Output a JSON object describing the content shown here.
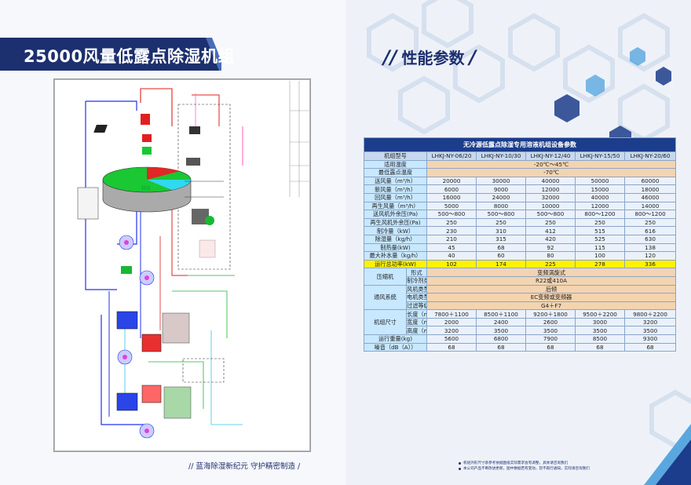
{
  "left": {
    "title": "25000风量低露点除湿机组",
    "footer": "//  蓝海除湿新纪元  守护精密制造  /",
    "diagram": {
      "wheel_label": "转轮"
    }
  },
  "right": {
    "title": "性能参数",
    "slash_open": "//",
    "slash_close": "/",
    "notes": [
      "机组外形尺寸系参考依据图纸实际需求会有调整，具体请咨询我们",
      "本公司产品不断改进更新，图中数据若有变动，恕不再行通知，实际请咨询我们"
    ]
  },
  "table": {
    "caption": "无冷源低露点除湿专用溶液机组设备参数",
    "header": [
      "机组型号",
      "LHKJ-NY-06/20",
      "LHKJ-NY-10/30",
      "LHKJ-NY-12/40",
      "LHKJ-NY-15/50",
      "LHKJ-NY-20/60"
    ],
    "rows": [
      {
        "label": "适用温度",
        "merged": "-20℃～45℃"
      },
      {
        "label": "最低露点温度",
        "merged": "-70℃"
      },
      {
        "label": "送风量（m³/h）",
        "values": [
          "20000",
          "30000",
          "40000",
          "50000",
          "60000"
        ]
      },
      {
        "label": "新风量（m³/h）",
        "values": [
          "6000",
          "9000",
          "12000",
          "15000",
          "18000"
        ]
      },
      {
        "label": "回风量（m³/h）",
        "values": [
          "16000",
          "24000",
          "32000",
          "40000",
          "46000"
        ]
      },
      {
        "label": "再生风量（m³/h）",
        "values": [
          "5000",
          "8000",
          "10000",
          "12000",
          "14000"
        ]
      },
      {
        "label": "送风机外余压(Pa)",
        "values": [
          "500～800",
          "500～800",
          "500～800",
          "800～1200",
          "800～1200"
        ]
      },
      {
        "label": "再生风机外余压(Pa)",
        "values": [
          "250",
          "250",
          "250",
          "250",
          "250"
        ]
      },
      {
        "label": "制冷量（kW）",
        "values": [
          "230",
          "310",
          "412",
          "515",
          "616"
        ]
      },
      {
        "label": "除湿量（kg/h）",
        "values": [
          "210",
          "315",
          "420",
          "525",
          "630"
        ]
      },
      {
        "label": "制热量(kW)",
        "values": [
          "45",
          "68",
          "92",
          "115",
          "138"
        ]
      },
      {
        "label": "最大补水量（kg/h）",
        "values": [
          "40",
          "60",
          "80",
          "100",
          "120"
        ]
      },
      {
        "label": "运行总功率(kW)",
        "values": [
          "102",
          "174",
          "225",
          "278",
          "336"
        ],
        "highlight": true
      }
    ],
    "groups": [
      {
        "name": "压缩机",
        "items": [
          {
            "label": "形式",
            "value": "变频涡旋式"
          },
          {
            "label": "制冷剂类型",
            "value": "R22或410A"
          }
        ]
      },
      {
        "name": "通风系统",
        "items": [
          {
            "label": "风机类型",
            "value": "后倾"
          },
          {
            "label": "电机类型",
            "value": "EC变频或变频器"
          },
          {
            "label": "过滤等级",
            "value": "G4＋F7"
          }
        ]
      }
    ],
    "dims": {
      "name": "机组尺寸",
      "items": [
        {
          "label": "长度（mm）",
          "values": [
            "7800＋1100",
            "8500＋1100",
            "9200＋1800",
            "9500＋2200",
            "9800＋2200"
          ]
        },
        {
          "label": "宽度（mm）",
          "values": [
            "2000",
            "2400",
            "2600",
            "3000",
            "3200"
          ]
        },
        {
          "label": "高度（mm）",
          "values": [
            "3200",
            "3500",
            "3500",
            "3500",
            "3500"
          ]
        }
      ]
    },
    "tail": [
      {
        "label": "运行重量(kg)",
        "values": [
          "5600",
          "6800",
          "7900",
          "8500",
          "9300"
        ]
      },
      {
        "label": "噪音（dB（A））",
        "values": [
          "68",
          "68",
          "68",
          "68",
          "68"
        ]
      }
    ]
  },
  "colors": {
    "navy": "#1c2f6e",
    "table_header": "#1c3d8b",
    "highlight": "#fff200",
    "wheel_green": "#19c832",
    "wheel_cyan": "#30d8f0",
    "wheel_red": "#e02828"
  }
}
